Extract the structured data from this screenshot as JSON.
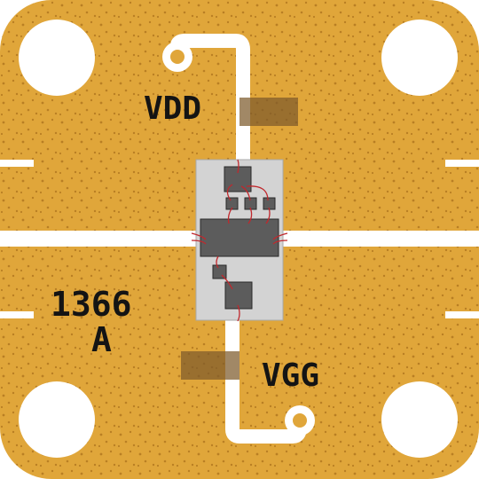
{
  "labels": {
    "vdd": "VDD",
    "vgg": "VGG",
    "part_number": "1366",
    "revision": "A"
  },
  "colors": {
    "background": "#ffffff",
    "gold": "#e0a63a",
    "gold_dots": "#b97f24",
    "trace": "#ffffff",
    "carrier": "#d3d3d3",
    "chip": "#5c5c5c",
    "capacitor": "#7d5a2b",
    "bond_wire": "#c0282d",
    "text": "#141414"
  }
}
